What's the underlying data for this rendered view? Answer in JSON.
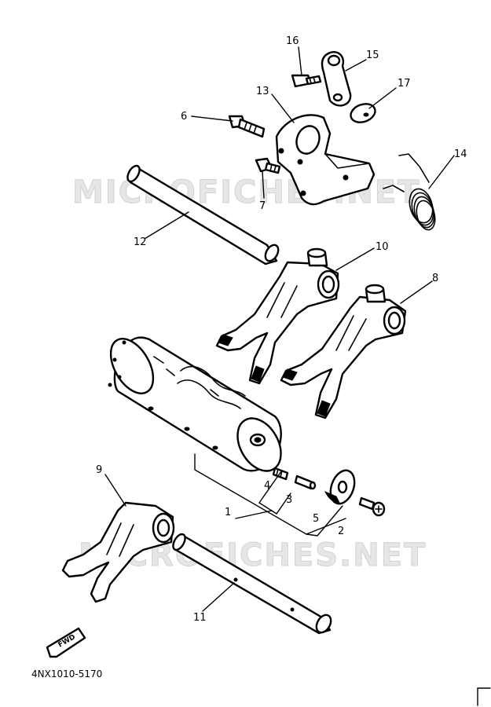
{
  "watermark": "MICROFICHES.NET",
  "diagram_code": "4NX1010-5170",
  "direction_marker": "FWD",
  "callouts": {
    "c1": "1",
    "c2": "2",
    "c3": "3",
    "c4": "4",
    "c5": "5",
    "c6": "6",
    "c7": "7",
    "c8": "8",
    "c9": "9",
    "c10": "10",
    "c11": "11",
    "c12": "12",
    "c13": "13",
    "c14": "14",
    "c15": "15",
    "c16": "16",
    "c17": "17"
  }
}
